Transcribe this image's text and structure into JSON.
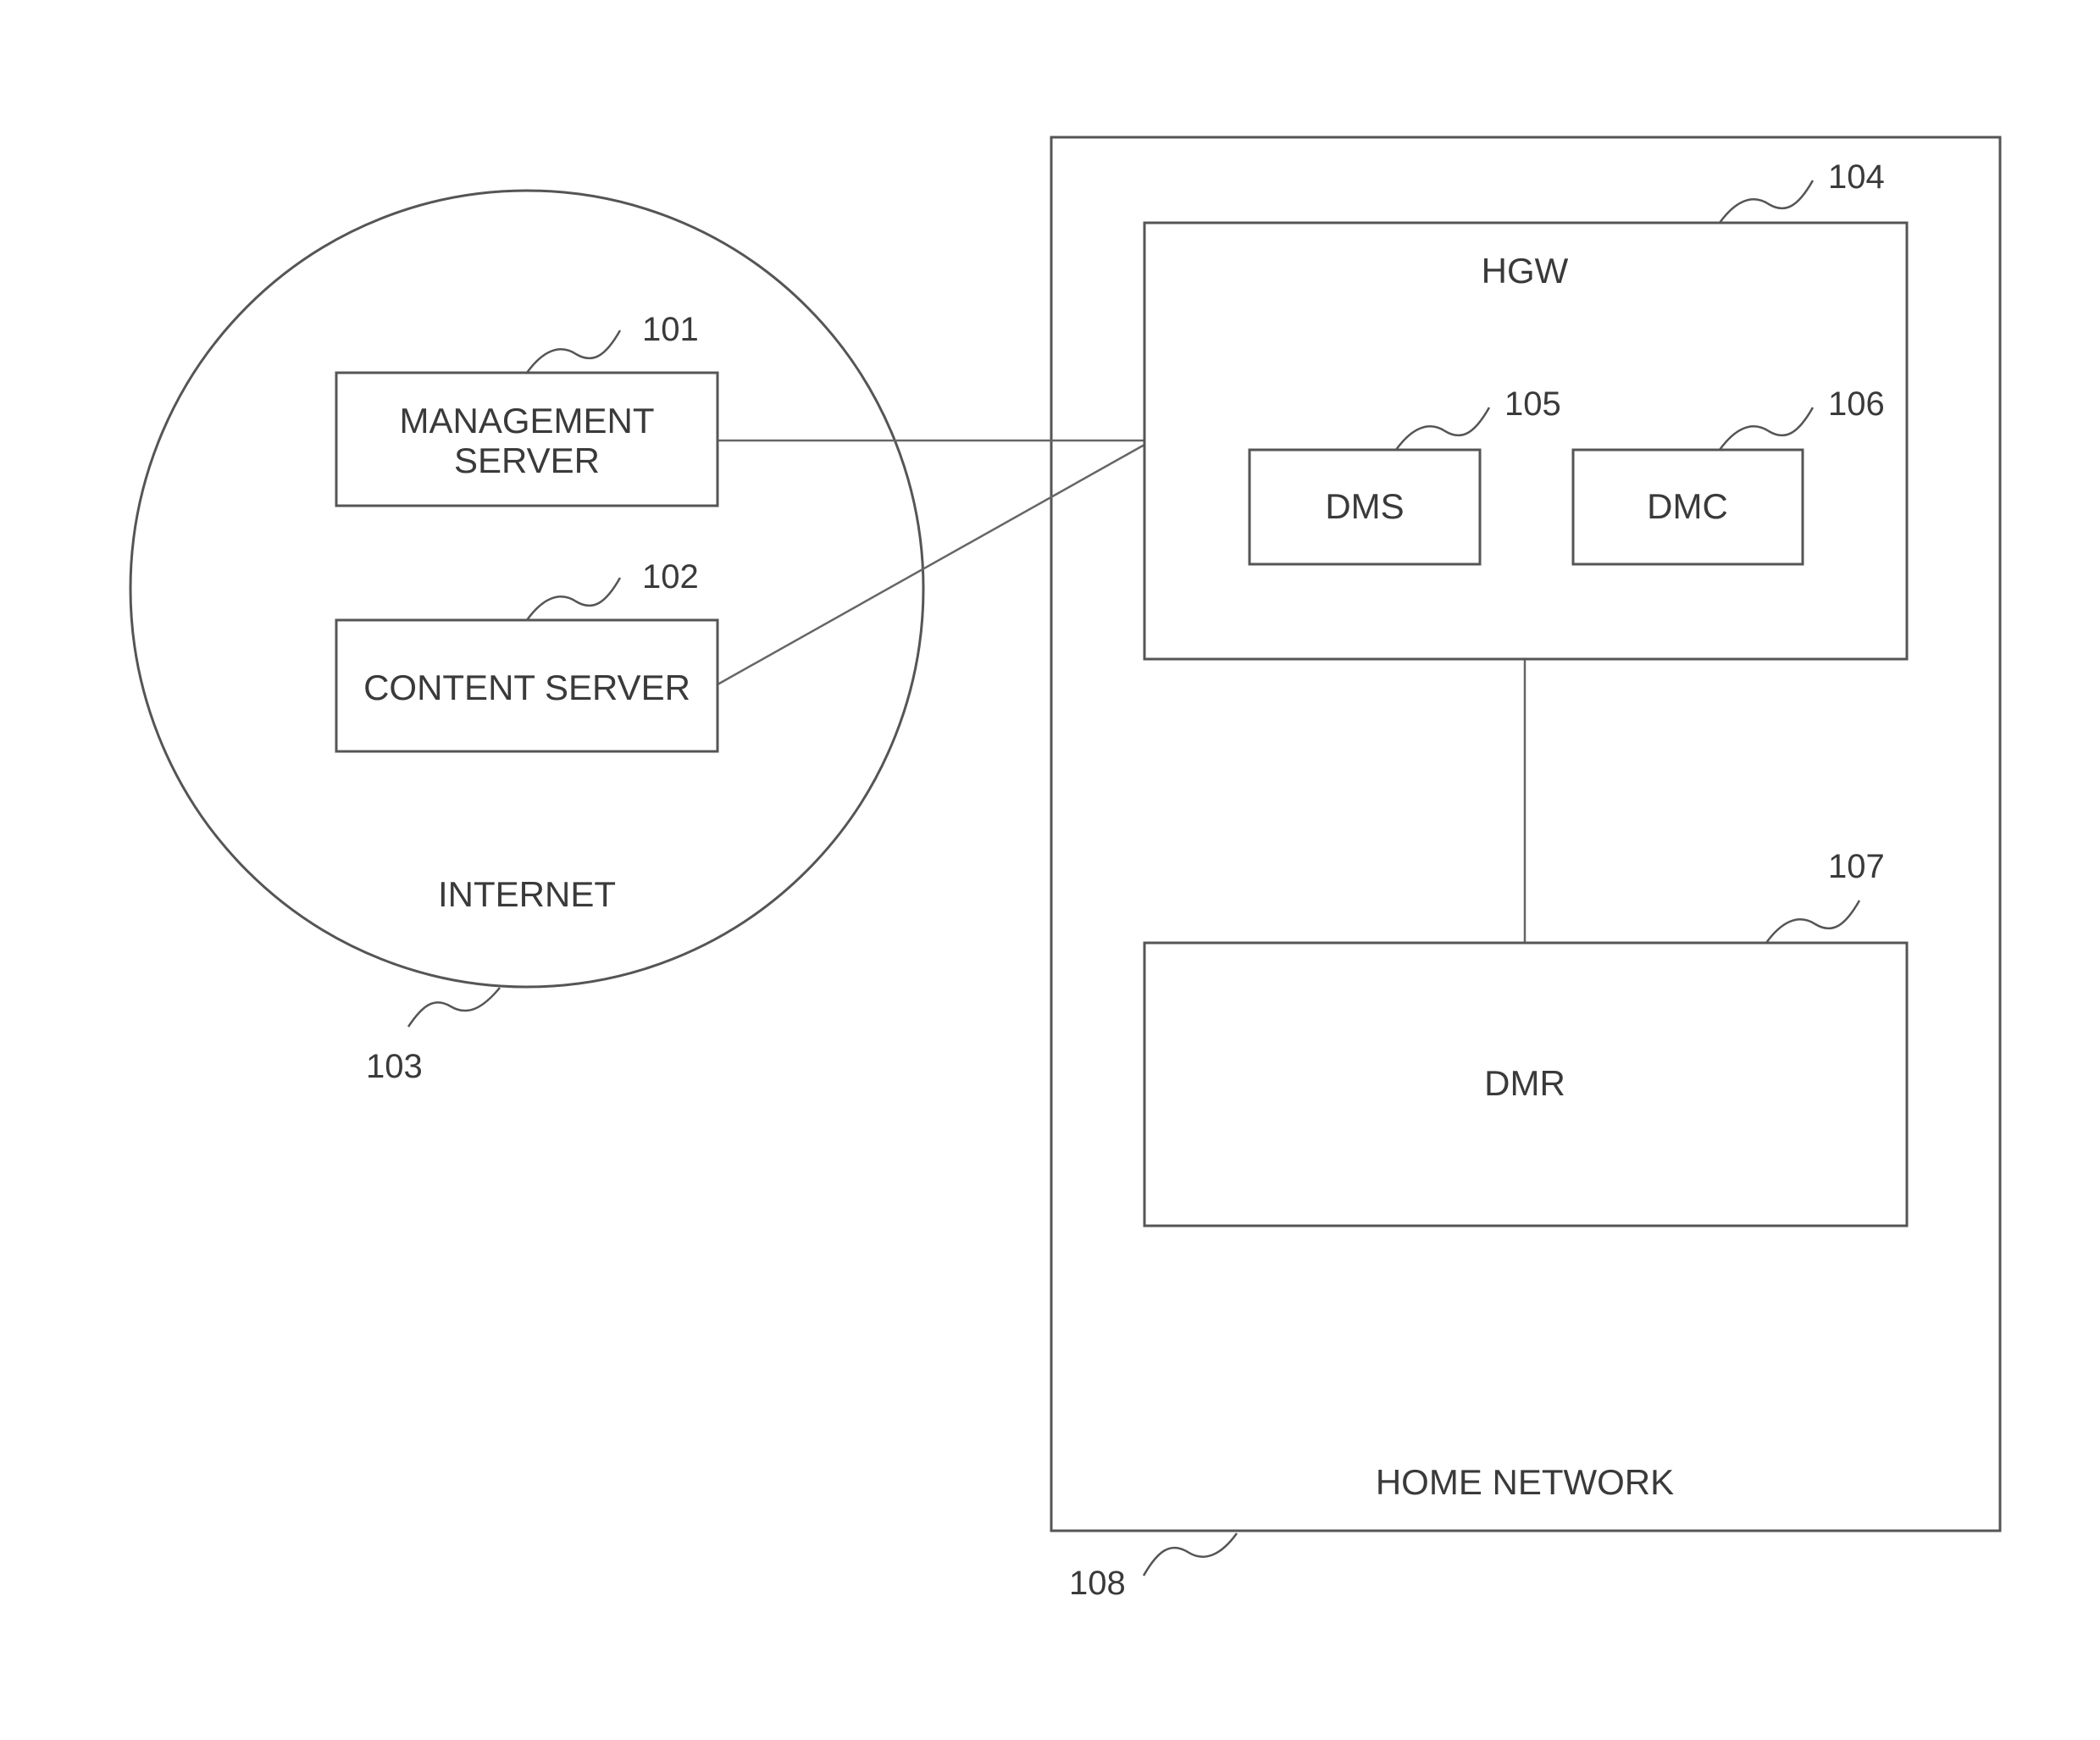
{
  "diagram": {
    "internet": {
      "label": "INTERNET",
      "ref": "103"
    },
    "management_server": {
      "label_line1": "MANAGEMENT",
      "label_line2": "SERVER",
      "ref": "101"
    },
    "content_server": {
      "label": "CONTENT SERVER",
      "ref": "102"
    },
    "home_network": {
      "label": "HOME NETWORK",
      "ref": "108"
    },
    "hgw": {
      "label": "HGW",
      "ref": "104"
    },
    "dms": {
      "label": "DMS",
      "ref": "105"
    },
    "dmc": {
      "label": "DMC",
      "ref": "106"
    },
    "dmr": {
      "label": "DMR",
      "ref": "107"
    }
  }
}
